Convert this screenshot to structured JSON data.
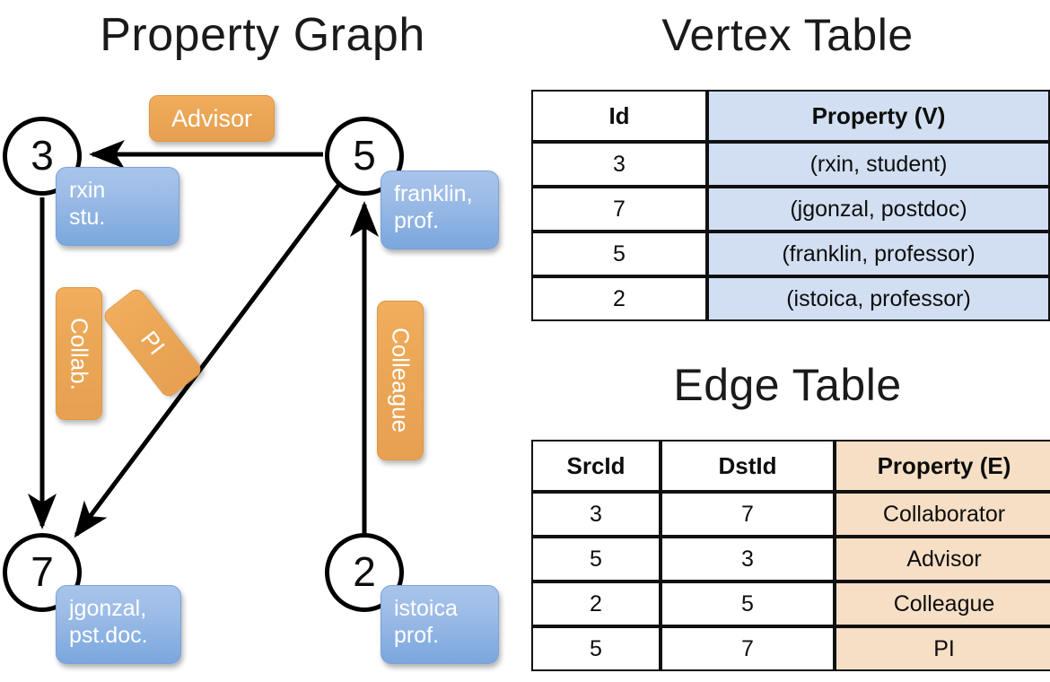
{
  "titles": {
    "property_graph": "Property Graph",
    "vertex_table": "Vertex Table",
    "edge_table": "Edge Table"
  },
  "colors": {
    "vertex_property_cell": "#d2dff2",
    "edge_property_cell": "#f6dfc5",
    "node_fill": "#ffffff",
    "node_stroke": "#000000",
    "property_callout": "#8fb4e3",
    "edge_label": "#eaa756",
    "edge_line": "#000000"
  },
  "graph": {
    "nodes": [
      {
        "id": "3",
        "property_lines": [
          "rxin",
          "stu."
        ]
      },
      {
        "id": "5",
        "property_lines": [
          "franklin,",
          "prof."
        ]
      },
      {
        "id": "7",
        "property_lines": [
          "jgonzal,",
          "pst.doc."
        ]
      },
      {
        "id": "2",
        "property_lines": [
          "istoica",
          "prof."
        ]
      }
    ],
    "edge_labels": [
      {
        "name": "advisor",
        "text": "Advisor",
        "orientation": "horizontal"
      },
      {
        "name": "collab",
        "text": "Collab.",
        "orientation": "vertical"
      },
      {
        "name": "pi",
        "text": "PI",
        "orientation": "rotated"
      },
      {
        "name": "colleague",
        "text": "Colleague",
        "orientation": "vertical"
      }
    ],
    "edges": [
      {
        "src": "5",
        "dst": "3",
        "label": "Advisor"
      },
      {
        "src": "3",
        "dst": "7",
        "label": "Collab."
      },
      {
        "src": "5",
        "dst": "7",
        "label": "PI"
      },
      {
        "src": "2",
        "dst": "5",
        "label": "Colleague"
      }
    ]
  },
  "vertex_table": {
    "headers": [
      "Id",
      "Property (V)"
    ],
    "rows": [
      {
        "id": "3",
        "property": "(rxin, student)"
      },
      {
        "id": "7",
        "property": "(jgonzal, postdoc)"
      },
      {
        "id": "5",
        "property": "(franklin, professor)"
      },
      {
        "id": "2",
        "property": "(istoica, professor)"
      }
    ]
  },
  "edge_table": {
    "headers": [
      "SrcId",
      "DstId",
      "Property (E)"
    ],
    "rows": [
      {
        "src": "3",
        "dst": "7",
        "property": "Collaborator"
      },
      {
        "src": "5",
        "dst": "3",
        "property": "Advisor"
      },
      {
        "src": "2",
        "dst": "5",
        "property": "Colleague"
      },
      {
        "src": "5",
        "dst": "7",
        "property": "PI"
      }
    ]
  }
}
